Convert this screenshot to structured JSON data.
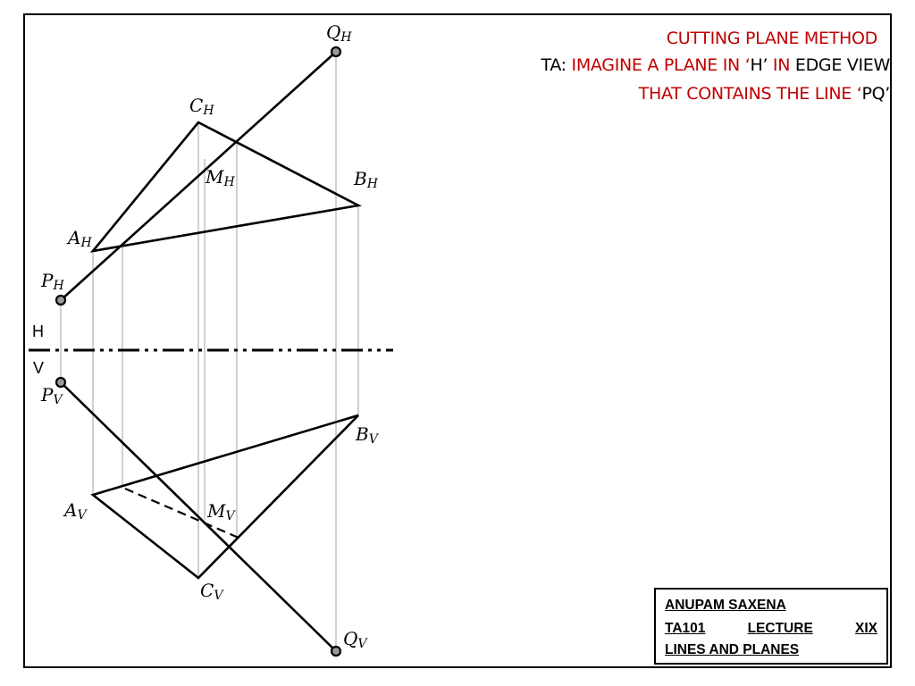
{
  "header": {
    "line1": "CUTTING PLANE METHOD",
    "line2_prefix": "TA: ",
    "line2_red": "IMAGINE A PLANE IN ‘",
    "line2_h": "H’",
    "line2_in": " IN ",
    "line2_end": "EDGE VIEW",
    "line3_red": "THAT CONTAINS THE LINE ‘",
    "line3_end": "PQ’"
  },
  "labels": {
    "QH": {
      "main": "Q",
      "sub": "H"
    },
    "CH": {
      "main": "C",
      "sub": "H"
    },
    "MH": {
      "main": "M",
      "sub": "H"
    },
    "BH": {
      "main": "B",
      "sub": "H"
    },
    "AH": {
      "main": "A",
      "sub": "H"
    },
    "PH": {
      "main": "P",
      "sub": "H"
    },
    "PV": {
      "main": "P",
      "sub": "V"
    },
    "BV": {
      "main": "B",
      "sub": "V"
    },
    "AV": {
      "main": "A",
      "sub": "V"
    },
    "MV": {
      "main": "M",
      "sub": "V"
    },
    "CV": {
      "main": "C",
      "sub": "V"
    },
    "QV": {
      "main": "Q",
      "sub": "V"
    }
  },
  "reference_line": {
    "upper": "H",
    "lower": "V"
  },
  "author": {
    "name": "ANUPAM SAXENA",
    "course": "TA101",
    "lecture_word": "LECTURE",
    "lecture_num": "XIX",
    "topic": "LINES AND PLANES"
  },
  "colors": {
    "accent_red": "#c00000",
    "projector_gray": "#b0b0b0"
  }
}
